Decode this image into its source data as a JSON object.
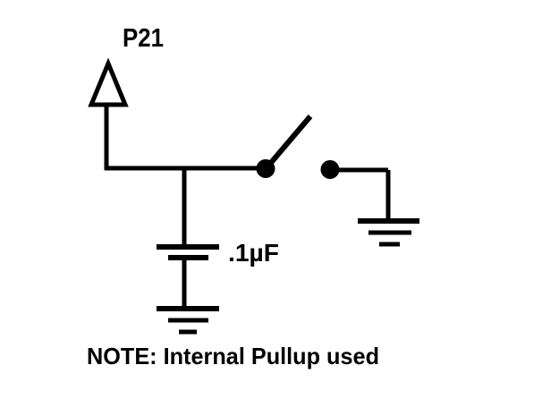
{
  "colors": {
    "background": "#ffffff",
    "ink": "#000000"
  },
  "diagram": {
    "pin_label": "P21",
    "capacitor_label": ".1µF",
    "note": "NOTE: Internal Pullup used",
    "symbols": [
      "power-arrow",
      "capacitor",
      "ground",
      "spst-switch-open",
      "ground"
    ],
    "switch_state": "open"
  }
}
